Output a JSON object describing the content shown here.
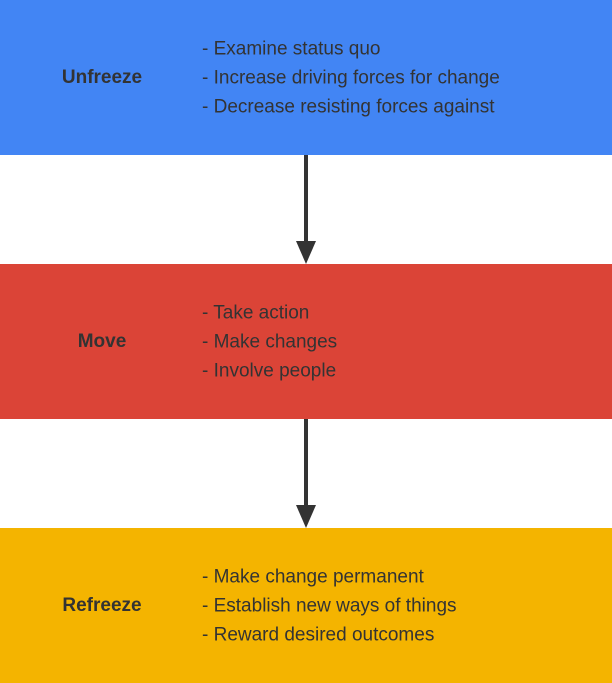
{
  "colors": {
    "unfreeze": "#4285f4",
    "move": "#db4437",
    "refreeze": "#f4b400",
    "text": "#333333",
    "arrow": "#333333"
  },
  "stages": [
    {
      "title": "Unfreeze",
      "items": [
        "- Examine status quo",
        "- Increase driving forces for change",
        "- Decrease resisting forces against"
      ]
    },
    {
      "title": "Move",
      "items": [
        "- Take action",
        "- Make changes",
        "- Involve people"
      ]
    },
    {
      "title": "Refreeze",
      "items": [
        "- Make change permanent",
        "- Establish new ways of things",
        "- Reward desired outcomes"
      ]
    }
  ]
}
